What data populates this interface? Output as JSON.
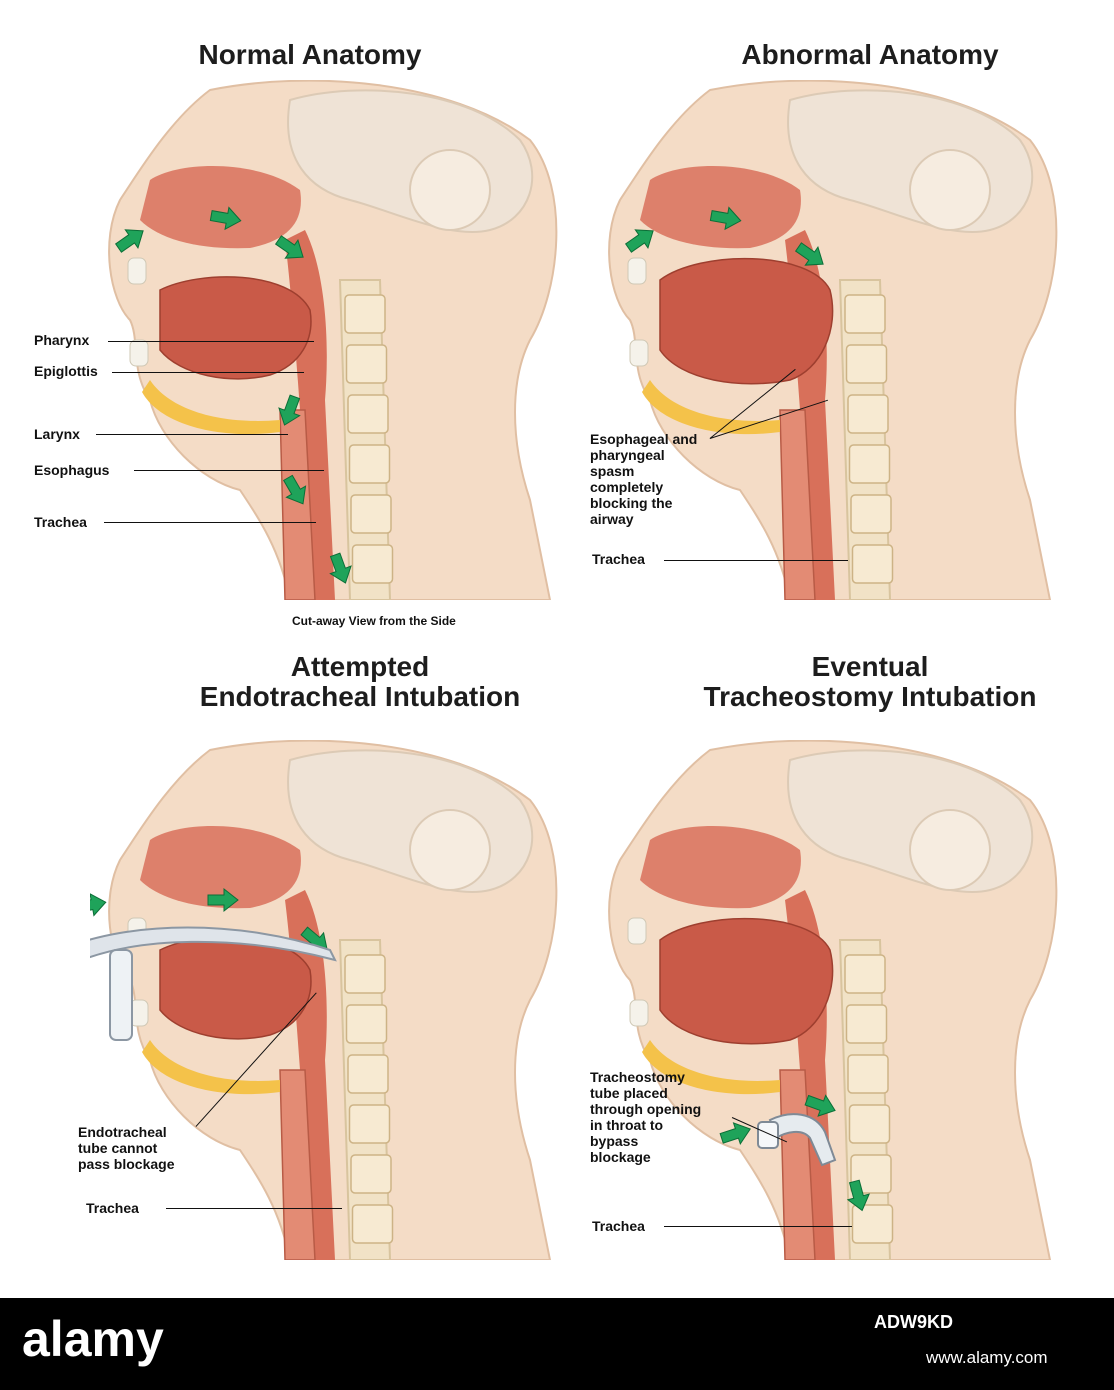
{
  "panels": {
    "normal": {
      "title": "Normal Anatomy",
      "labels": {
        "pharynx": "Pharynx",
        "epiglottis": "Epiglottis",
        "larynx": "Larynx",
        "esophagus": "Esophagus",
        "trachea": "Trachea"
      },
      "caption": "Cut-away View from the Side"
    },
    "abnormal": {
      "title": "Abnormal Anatomy",
      "labels": {
        "spasm": "Esophageal and\npharyngeal\nspasm\ncompletely\nblocking the\nairway",
        "trachea": "Trachea"
      }
    },
    "attempted": {
      "title": "Attempted\nEndotracheal Intubation",
      "labels": {
        "endotracheal_tube": "Endotracheal\ntube cannot\npass blockage",
        "trachea": "Trachea"
      }
    },
    "eventual": {
      "title": "Eventual\nTracheostomy Intubation",
      "labels": {
        "tracheostomy_tube": "Tracheostomy\ntube placed\nthrough opening\nin throat to\nbypass\nblockage",
        "trachea": "Trachea"
      }
    }
  },
  "watermark": {
    "logo_text": "alamy",
    "image_id": "ADW9KD",
    "site": "www.alamy.com"
  },
  "colors": {
    "skin": "#f4dcc6",
    "muscle": "#d8705a",
    "tongue": "#c95a48",
    "bone": "#f1e2c6",
    "fat": "#f4c24a",
    "arrow": "#1fa35a",
    "brain": "#efe3d6"
  }
}
